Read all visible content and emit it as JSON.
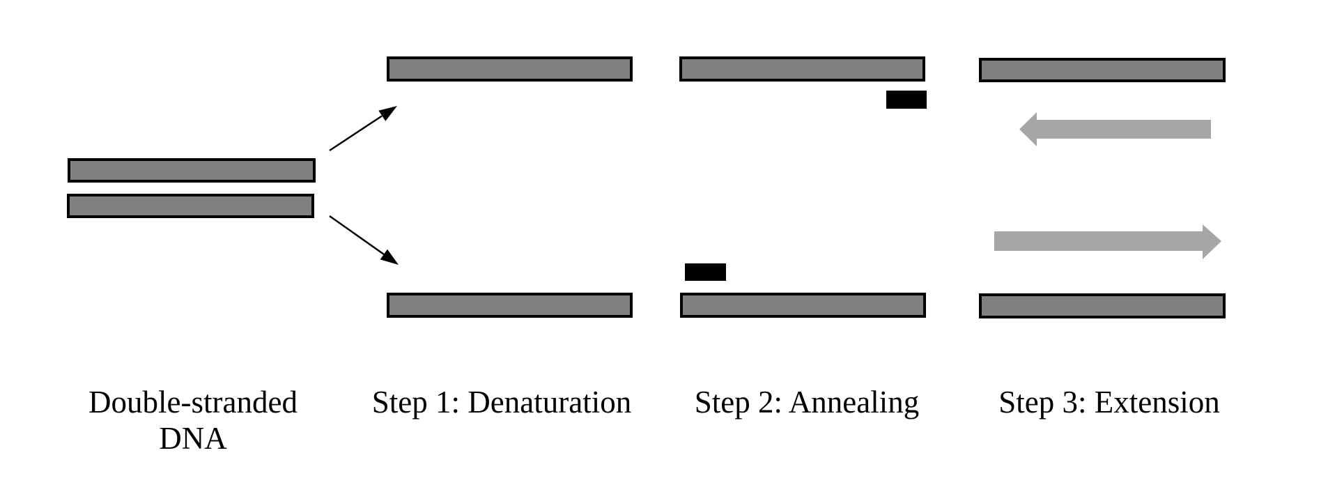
{
  "colors": {
    "background": "#ffffff",
    "strand_fill": "#808080",
    "strand_border": "#000000",
    "primer_fill": "#000000",
    "extension_arrow_fill": "#a6a6a6",
    "split_arrow_stroke": "#000000",
    "label_text": "#000000"
  },
  "panels": [
    {
      "id": "double-stranded-dna",
      "label_line1": "Double-stranded",
      "label_line2": "DNA"
    },
    {
      "id": "step-1-denaturation",
      "label": "Step 1: Denaturation"
    },
    {
      "id": "step-2-annealing",
      "label": "Step 2: Annealing"
    },
    {
      "id": "step-3-extension",
      "label": "Step 3: Extension"
    }
  ],
  "icons": {
    "split_arrow_up": "thin-arrow-up-right",
    "split_arrow_down": "thin-arrow-down-right",
    "extension_arrow_left": "block-arrow-left",
    "extension_arrow_right": "block-arrow-right"
  }
}
